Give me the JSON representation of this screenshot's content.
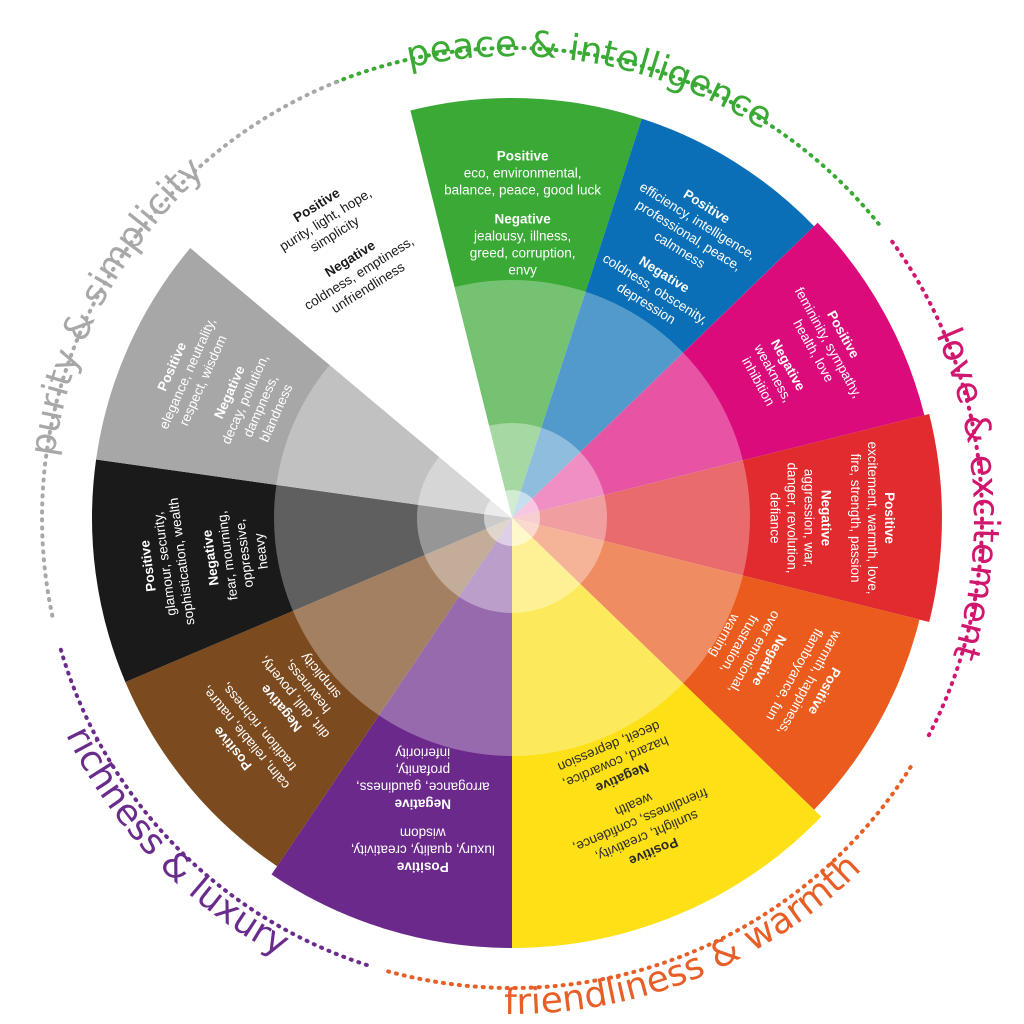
{
  "groups": [
    {
      "key": "peace",
      "label": "peace & intelligence",
      "color": "#3aaa35"
    },
    {
      "key": "love",
      "label": "love & excitement",
      "color": "#d1166e"
    },
    {
      "key": "friendly",
      "label": "friendliness & warmth",
      "color": "#e85e27"
    },
    {
      "key": "rich",
      "label": "richness & luxury",
      "color": "#6a2c8c"
    },
    {
      "key": "purity",
      "label": "purity & simplicity",
      "color": "#a8a8a8"
    }
  ],
  "segments": [
    {
      "key": "green",
      "color": "#3aa935",
      "text": "#ffffff",
      "positive_label": "Positive",
      "positive": [
        "eco, environmental,",
        "balance, peace, good luck"
      ],
      "negative_label": "Negative",
      "negative": [
        "jealousy, illness,",
        "greed, corruption,",
        "envy"
      ]
    },
    {
      "key": "blue",
      "color": "#0a6fb7",
      "text": "#ffffff",
      "positive_label": "Positive",
      "positive": [
        "efficiency, intelligence,",
        "professional, peace,",
        "calmness"
      ],
      "negative_label": "Negative",
      "negative": [
        "coldness, obscenity,",
        "depression"
      ]
    },
    {
      "key": "magenta",
      "color": "#db0b7c",
      "text": "#ffffff",
      "positive_label": "Positive",
      "positive": [
        "femininity, sympathy,",
        "health, love"
      ],
      "negative_label": "Negative",
      "negative": [
        "weakness,",
        "inhibition"
      ]
    },
    {
      "key": "red",
      "color": "#e12b2e",
      "text": "#ffffff",
      "positive_label": "Positive",
      "positive": [
        "excitement, warmth, love,",
        "fire, strength, passion"
      ],
      "negative_label": "Negative",
      "negative": [
        "aggression, war,",
        "danger, revolution,",
        "defiance"
      ]
    },
    {
      "key": "orange",
      "color": "#ea5b1d",
      "text": "#ffffff",
      "positive_label": "Positive",
      "positive": [
        "warmth, happiness,",
        "flamboyance, fun"
      ],
      "negative_label": "Negative",
      "negative": [
        "over emotional,",
        "frustration,",
        "warning"
      ]
    },
    {
      "key": "yellow",
      "color": "#fde016",
      "text": "#2a2a2a",
      "positive_label": "Positive",
      "positive": [
        "sunlight, creativity,",
        "friendliness, confidence,",
        "wealth"
      ],
      "negative_label": "Negative",
      "negative": [
        "hazard, cowardice,",
        "deceit, depression"
      ]
    },
    {
      "key": "purple",
      "color": "#6b2a8b",
      "text": "#ffffff",
      "positive_label": "Positive",
      "positive": [
        "luxury, quality, creativity,",
        "wisdom"
      ],
      "negative_label": "Negative",
      "negative": [
        "arrogance, gaudiness,",
        "profanity,",
        "inferiority"
      ]
    },
    {
      "key": "brown",
      "color": "#7c4a1f",
      "text": "#ffffff",
      "positive_label": "Positive",
      "positive": [
        "calm, reliable, nature,",
        "tradition, richness,"
      ],
      "negative_label": "Negative",
      "negative": [
        "dirt, dull, poverty,",
        "heaviness,",
        "simplicity"
      ]
    },
    {
      "key": "black",
      "color": "#1b1a1a",
      "text": "#ffffff",
      "positive_label": "Positive",
      "positive": [
        "glamour, security,",
        "sophistication, wealth"
      ],
      "negative_label": "Negative",
      "negative": [
        "fear, mourning,",
        "oppressive,",
        "heavy"
      ]
    },
    {
      "key": "grey",
      "color": "#a7a7a7",
      "text": "#ffffff",
      "positive_label": "Positive",
      "positive": [
        "elegance, neutrality,",
        "respect, wisdom"
      ],
      "negative_label": "Negative",
      "negative": [
        "decay, pollution,",
        "dampness,",
        "blandness"
      ]
    },
    {
      "key": "white",
      "color": "#ffffff",
      "text": "#1b1a1a",
      "positive_label": "Positive",
      "positive": [
        "purity, light, hope,",
        "simplicity"
      ],
      "negative_label": "Negative",
      "negative": [
        "coldness, emptiness,",
        "unfriendliness"
      ]
    }
  ]
}
